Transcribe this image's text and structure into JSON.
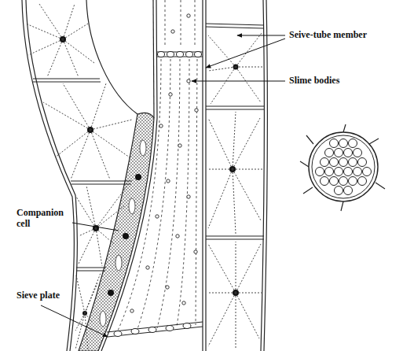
{
  "diagram": {
    "labels": [
      "Seive-tube member",
      "Slime bodies",
      "Companion cell",
      "Sieve plate"
    ]
  }
}
